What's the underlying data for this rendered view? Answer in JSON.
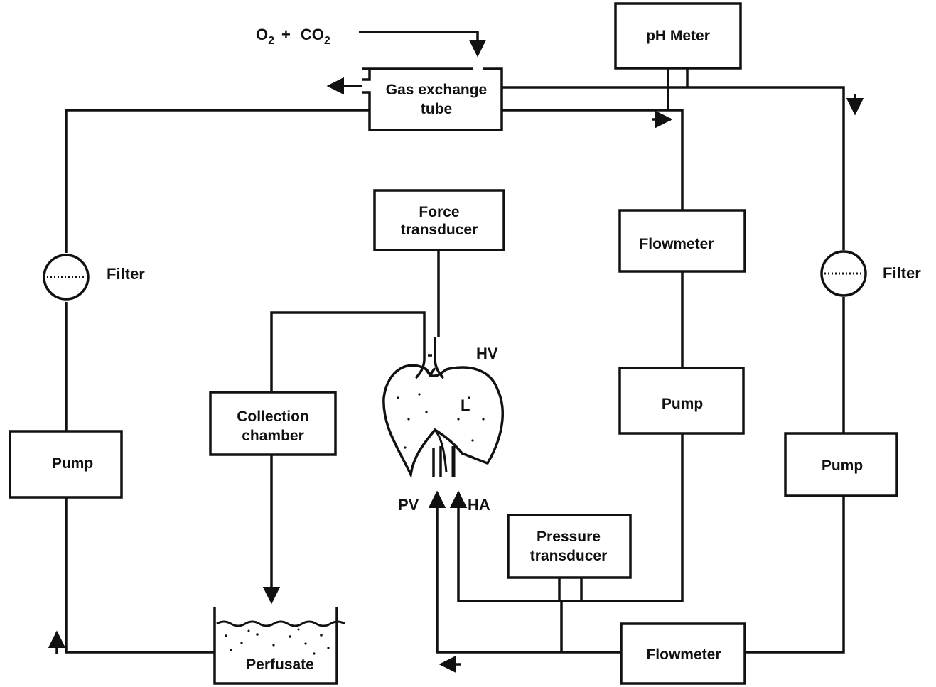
{
  "gas_input": {
    "o2": "O",
    "o2_sub": "2",
    "plus": "+",
    "co2": "CO",
    "co2_sub": "2"
  },
  "boxes": {
    "gas_exchange": [
      "Gas exchange",
      "tube"
    ],
    "ph_meter": "pH Meter",
    "force_transducer": [
      "Force",
      "transducer"
    ],
    "flowmeter_top": "Flowmeter",
    "flowmeter_bottom": "Flowmeter",
    "pump_left": "Pump",
    "pump_center": "Pump",
    "pump_right": "Pump",
    "collection_chamber": [
      "Collection",
      "chamber"
    ],
    "pressure_transducer": [
      "Pressure",
      "transducer"
    ],
    "perfusate": "Perfusate"
  },
  "labels": {
    "filter_left": "Filter",
    "filter_right": "Filter",
    "hv": "HV",
    "liver": "L",
    "pv": "PV",
    "ha": "HA"
  },
  "colors": {
    "ink": "#111111",
    "background": "#ffffff"
  }
}
